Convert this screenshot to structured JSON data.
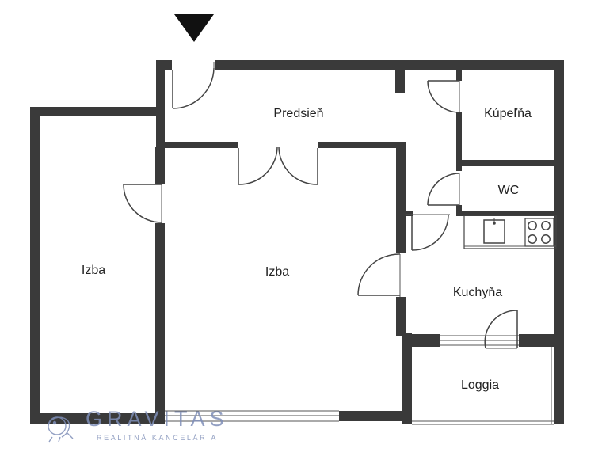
{
  "rooms": {
    "hall": "Predsieň",
    "bathroom": "Kúpeľňa",
    "wc": "WC",
    "room_left": "Izba",
    "room_center": "Izba",
    "kitchen": "Kuchyňa",
    "loggia": "Loggia"
  },
  "logo": {
    "name": "GRAVITAS",
    "tagline": "REALITNÁ KANCELÁRIA"
  },
  "colors": {
    "walls": "#3a3a3a",
    "logo": "#7f8fb8"
  },
  "icons": {
    "entrance": "entrance-arrow-icon",
    "sink": "sink-icon",
    "stove": "stove-icon",
    "logo_mark": "lion-logo-icon"
  }
}
